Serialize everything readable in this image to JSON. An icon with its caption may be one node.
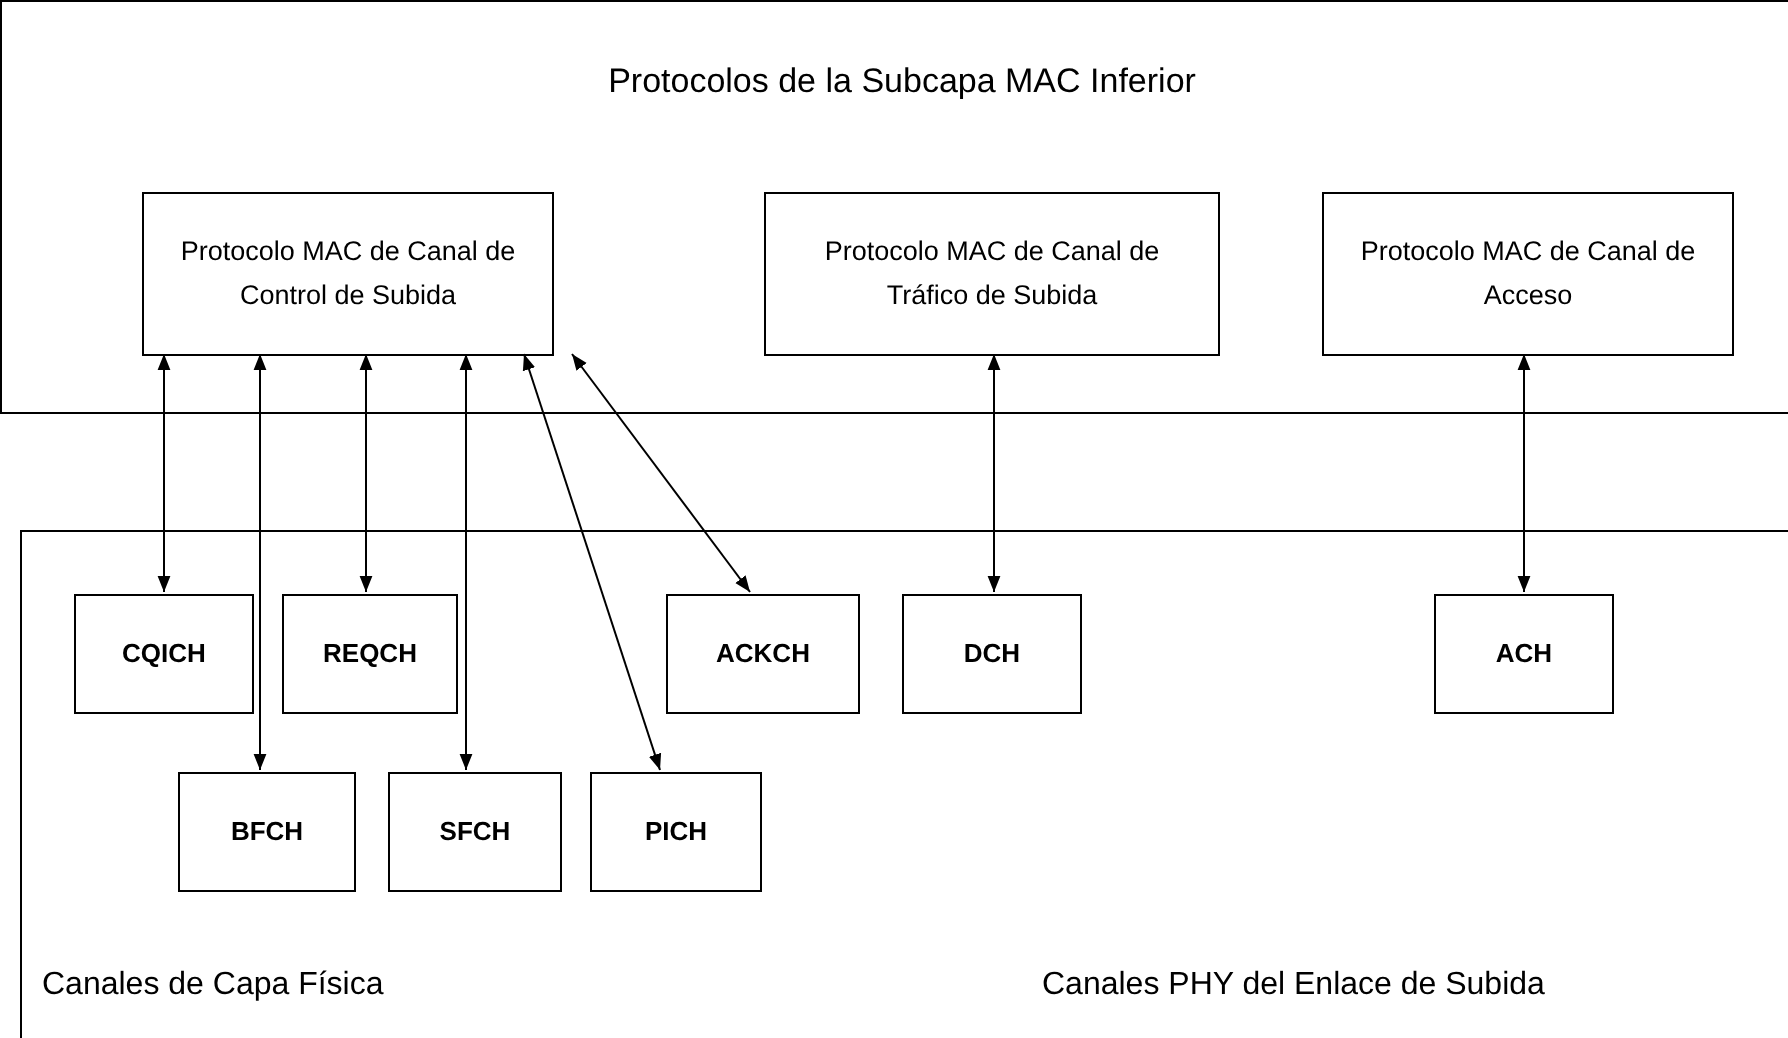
{
  "diagram": {
    "nodes": [
      {
        "text": [
          "Protocolos de la Subcapa MAC Inferior"
        ]
      },
      {
        "text": [
          "Protocolo MAC de Canal de Control de Subida"
        ],
        "in": 0
      },
      {
        "text": [
          "Protocolo MAC de Canal de Tráfico de Subida"
        ],
        "in": 0
      },
      {
        "text": [
          "Protocolo MAC de Canal de Acceso"
        ],
        "in": 0
      },
      {
        "text": [
          "Canales de Capa Física",
          "Canales PHY del Enlace de Subida"
        ]
      },
      {
        "text": [
          "CQICH"
        ],
        "in": 4
      },
      {
        "text": [
          "REQCH"
        ],
        "in": 4
      },
      {
        "text": [
          "ACKCH"
        ],
        "in": 4
      },
      {
        "text": [
          "DCH"
        ],
        "in": 4
      },
      {
        "text": [
          "ACH"
        ],
        "in": 4
      },
      {
        "text": [
          "BFCH"
        ],
        "in": 4
      },
      {
        "text": [
          "SFCH"
        ],
        "in": 4
      },
      {
        "text": [
          "PICH"
        ],
        "in": 4
      }
    ],
    "edges": [
      {
        "from": 1,
        "to": 5,
        "arrow": "both"
      },
      {
        "from": 1,
        "to": 10,
        "arrow": "both"
      },
      {
        "from": 1,
        "to": 6,
        "arrow": "both"
      },
      {
        "from": 1,
        "to": 11,
        "arrow": "both"
      },
      {
        "from": 1,
        "to": 12,
        "arrow": "both"
      },
      {
        "from": 1,
        "to": 7,
        "arrow": "both"
      },
      {
        "from": 2,
        "to": 8,
        "arrow": "both"
      },
      {
        "from": 3,
        "to": 9,
        "arrow": "both"
      }
    ]
  }
}
